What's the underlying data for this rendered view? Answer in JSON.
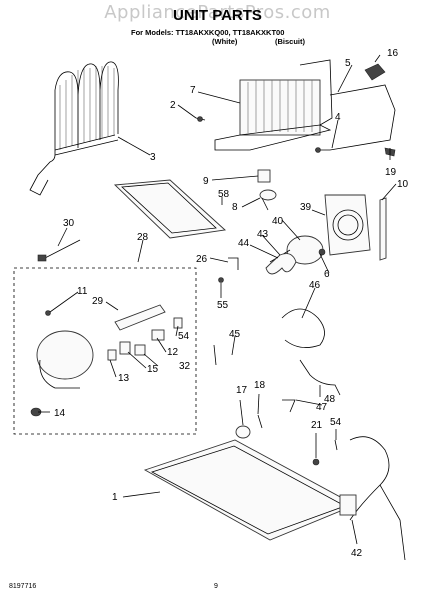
{
  "watermark": "AppliancePartsPros.com",
  "header": {
    "title": "UNIT PARTS",
    "models_line": "For Models: TT18AKXKQ00, TT18AKXKT00",
    "variant_white": "(White)",
    "variant_biscuit": "(Biscuit)"
  },
  "footer": {
    "doc_number": "8197716",
    "page_number": "9"
  },
  "callouts": [
    "1",
    "2",
    "3",
    "4",
    "5",
    "6",
    "7",
    "8",
    "9",
    "10",
    "11",
    "12",
    "13",
    "14",
    "15",
    "16",
    "17",
    "18",
    "19",
    "21",
    "26",
    "28",
    "29",
    "30",
    "32",
    "39",
    "40",
    "42",
    "43",
    "44",
    "45",
    "46",
    "47",
    "48",
    "54",
    "54",
    "55",
    "58"
  ],
  "colors": {
    "line": "#000000",
    "part_fill": "#fafafa",
    "dark": "#444444",
    "watermark": "#c8c8c8"
  }
}
